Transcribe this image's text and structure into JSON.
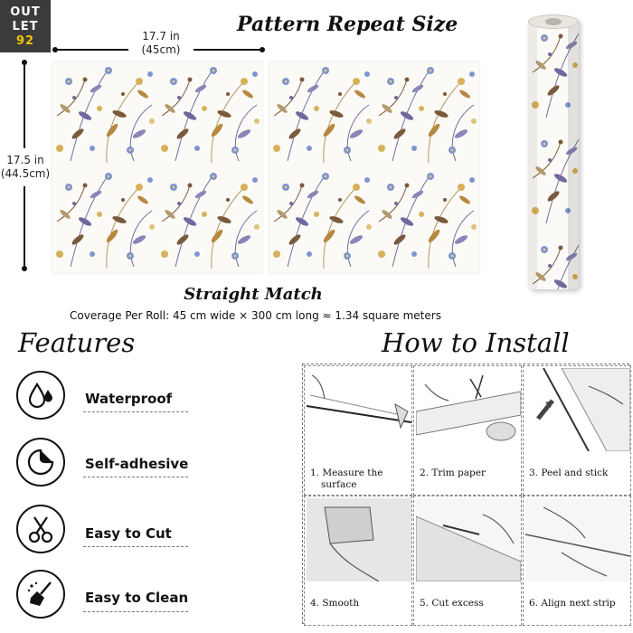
{
  "logo": {
    "line1": "OUT",
    "line2": "LET",
    "line3": "92"
  },
  "header": {
    "title": "Pattern Repeat Size"
  },
  "dimensions": {
    "width_in": "17.7 in",
    "width_cm": "(45cm)",
    "height_in": "17.5 in",
    "height_cm": "(44.5cm)"
  },
  "match": {
    "title": "Straight Match",
    "coverage": "Coverage Per Roll: 45 cm wide × 300 cm long ≈ 1.34 square meters"
  },
  "features": {
    "heading": "Features",
    "items": [
      {
        "label": "Waterproof",
        "icon": "water-drops-icon"
      },
      {
        "label": "Self-adhesive",
        "icon": "peel-sticker-icon"
      },
      {
        "label": "Easy to Cut",
        "icon": "scissors-icon"
      },
      {
        "label": "Easy to Clean",
        "icon": "broom-icon"
      }
    ]
  },
  "install": {
    "heading": "How to Install",
    "steps": [
      {
        "line1": "1. Measure the",
        "line2": "surface"
      },
      {
        "line1": "2. Trim paper",
        "line2": ""
      },
      {
        "line1": "3. Peel and stick",
        "line2": ""
      },
      {
        "line1": "4. Smooth",
        "line2": ""
      },
      {
        "line1": "5. Cut excess",
        "line2": ""
      },
      {
        "line1": "6. Align next strip",
        "line2": ""
      }
    ]
  },
  "colors": {
    "floral_blue": "#7f95cf",
    "floral_purple": "#6f6a9e",
    "floral_gold": "#d7b15a",
    "floral_brown": "#7a5a3c",
    "logo_bg": "#3b3b3b",
    "logo_accent": "#f2c200"
  }
}
